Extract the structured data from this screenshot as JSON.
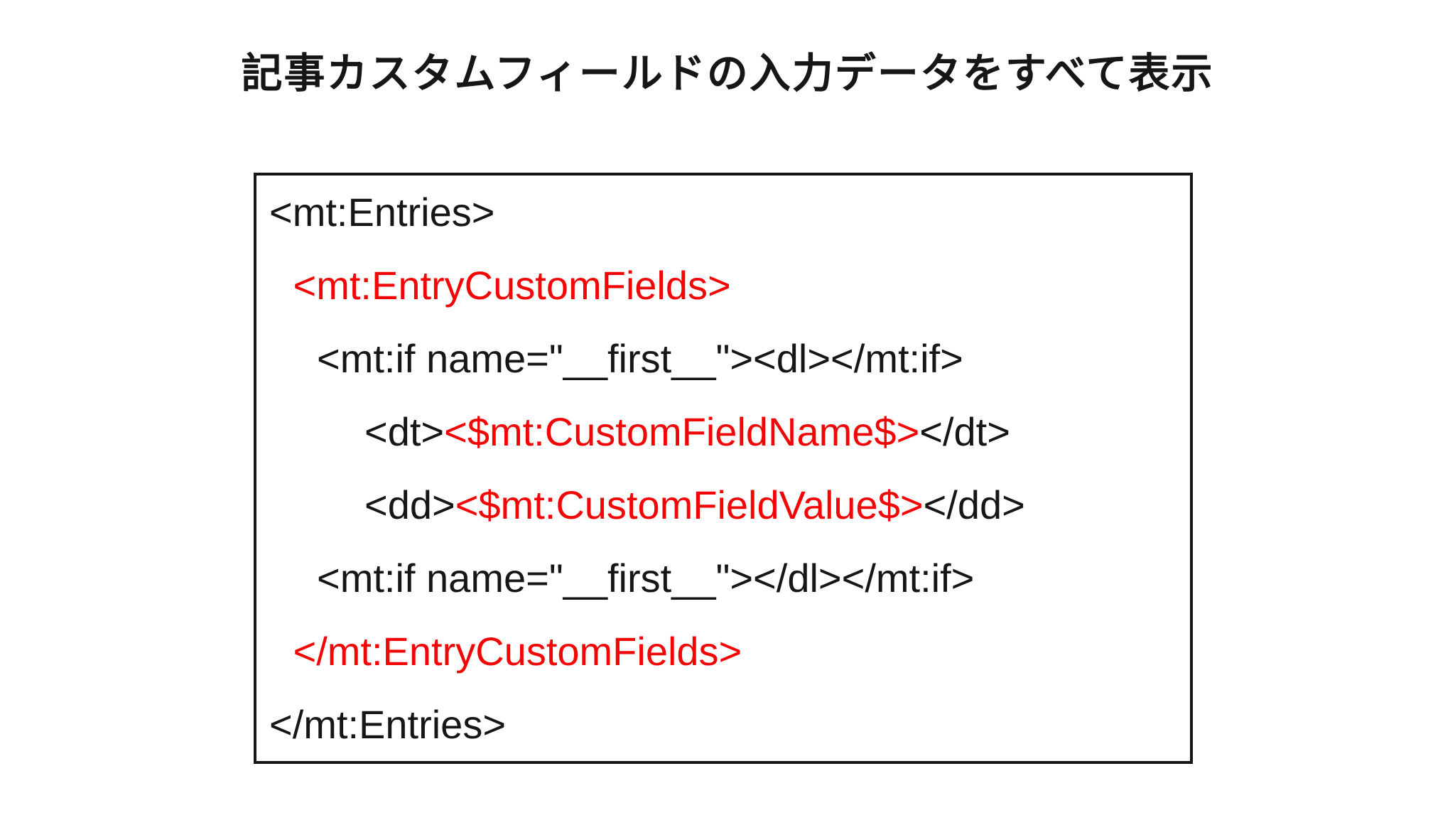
{
  "title": "記事カスタムフィールドの入力データをすべて表示",
  "colors": {
    "text": "#161616",
    "highlight": "#f40505",
    "background": "#ffffff",
    "box_border": "#161616"
  },
  "code_box": {
    "lines": [
      {
        "indent": 0,
        "segments": [
          {
            "text": "<mt:Entries>",
            "color": "black"
          }
        ]
      },
      {
        "indent": 1,
        "segments": [
          {
            "text": "<mt:EntryCustomFields>",
            "color": "red"
          }
        ]
      },
      {
        "indent": 2,
        "segments": [
          {
            "text": "<mt:if name=\"__first__\"><dl></mt:if>",
            "color": "black"
          }
        ]
      },
      {
        "indent": 4,
        "segments": [
          {
            "text": "<dt>",
            "color": "black"
          },
          {
            "text": "<$mt:CustomFieldName$>",
            "color": "red"
          },
          {
            "text": "</dt>",
            "color": "black"
          }
        ]
      },
      {
        "indent": 4,
        "segments": [
          {
            "text": "<dd>",
            "color": "black"
          },
          {
            "text": "<$mt:CustomFieldValue$>",
            "color": "red"
          },
          {
            "text": "</dd>",
            "color": "black"
          }
        ]
      },
      {
        "indent": 2,
        "segments": [
          {
            "text": "<mt:if name=\"__first__\"></dl></mt:if>",
            "color": "black"
          }
        ]
      },
      {
        "indent": 1,
        "segments": [
          {
            "text": "</mt:EntryCustomFields>",
            "color": "red"
          }
        ]
      },
      {
        "indent": 0,
        "segments": [
          {
            "text": "</mt:Entries>",
            "color": "black"
          }
        ]
      }
    ]
  }
}
